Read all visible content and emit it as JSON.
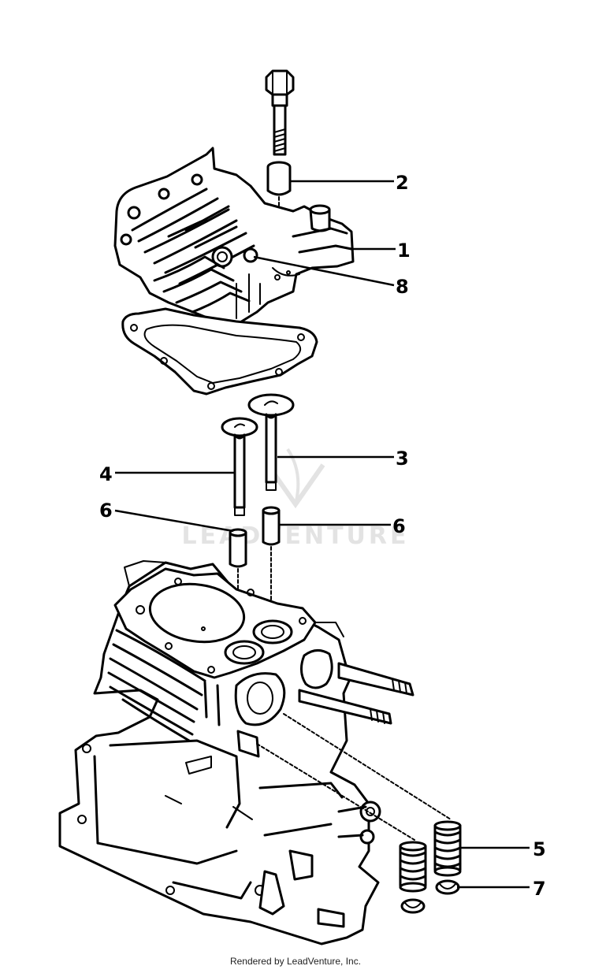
{
  "diagram": {
    "watermark": "LEADVENTURE",
    "footer": "Rendered by LeadVenture, Inc.",
    "callouts": [
      {
        "id": "1",
        "label": "1"
      },
      {
        "id": "2",
        "label": "2"
      },
      {
        "id": "8",
        "label": "8"
      },
      {
        "id": "3",
        "label": "3"
      },
      {
        "id": "4",
        "label": "4"
      },
      {
        "id": "6a",
        "label": "6"
      },
      {
        "id": "6b",
        "label": "6"
      },
      {
        "id": "5",
        "label": "5"
      },
      {
        "id": "7",
        "label": "7"
      }
    ]
  }
}
